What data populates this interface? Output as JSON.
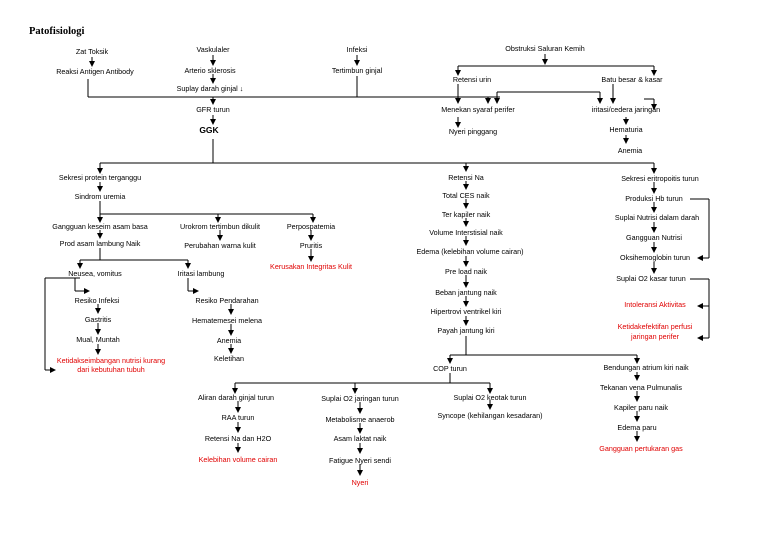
{
  "title": "Patofisiologi",
  "nodes": {
    "zat_toksik": "Zat Toksik",
    "reaksi_antigen": "Reaksi Antigen Antibody",
    "vaskulaler": "Vaskulaler",
    "arterio": "Arterio sklerosis",
    "suplay": "Suplay darah ginjal ↓",
    "infeksi": "Infeksi",
    "tertimbun": "Tertimbun ginjal",
    "obstruksi": "Obstruksi Saluran Kemih",
    "retensi_urin": "Retensi urin",
    "batu_besar": "Batu besar & kasar",
    "menekan": "Menekan syaraf perifer",
    "iritasi_cedera": "iritasi/cedera jaringan",
    "nyeri_pinggang": "Nyeri pinggang",
    "hematuria": "Hematuria",
    "anemia_top": "Anemia",
    "gfr": "GFR turun",
    "ggk": "GGK",
    "sekresi_protein": "Sekresi protein terganggu",
    "sindrom": "Sindrom uremia",
    "gangguan_asam": "Gangguan keseim asam basa",
    "prod_asam": "Prod asam lambung Naik",
    "urokrom": "Urokrom tertimbun dikulit",
    "perubahan_warna": "Perubahan warna kulit",
    "perpospatemia": "Perpospatemia",
    "pruritis": "Pruritis",
    "kerusakan": "Kerusakan Integritas Kulit",
    "neusea": "Neusea, vomitus",
    "iritasi_lambung": "Iritasi lambung",
    "resiko_infeksi": "Resiko Infeksi",
    "gastritis": "Gastritis",
    "mual": "Mual, Muntah",
    "ketidak_nutrisi_1": "Ketidakseimbangan nutrisi kurang",
    "ketidak_nutrisi_2": "dari kebutuhan tubuh",
    "resiko_pendarahan": "Resiko Pendarahan",
    "hematemesei": "Hematemesei melena",
    "anemia_mid": "Anemia",
    "keletihan": "Keletihan",
    "retensi_na": "Retensi Na",
    "total_ces": "Total CES naik",
    "ter_kapiler": "Ter kapiler naik",
    "volume_interstisial": "Volume Interstisial naik",
    "edema_kelebihan": "Edema (kelebihan volume cairan)",
    "preload": "Pre load naik",
    "beban_jantung": "Beban jantung naik",
    "hipertrovi": "Hipertrovi ventrikel kiri",
    "payah_jantung": "Payah jantung kiri",
    "sekresi_eritro": "Sekresi eritropoitis turun",
    "produksi_hb": "Produksi Hb turun",
    "suplai_nutrisi": "Suplai Nutrisi dalam darah",
    "gangguan_nutrisi": "Gangguan Nutrisi",
    "oksihemoglobin": "Oksihemoglobin turun",
    "suplai_o2_kasar": "Suplai O2 kasar turun",
    "intoleransi": "Intoleransi Aktivitas",
    "ketidakefektifan_1": "Ketidakefektifan perfusi",
    "ketidakefektifan_2": "jaringan perifer",
    "cop": "COP turun",
    "aliran_darah": "Aliran darah  ginjal turun",
    "raa": "RAA turun",
    "retensi_na_h2o": "Retensi Na dan H2O",
    "kelebihan_volume": "Kelebihan volume cairan",
    "suplai_o2_jaringan": "Suplai O2 jaringan turun",
    "metabolisme": "Metabolisme anaerob",
    "asam_laktat": "Asam laktat naik",
    "fatigue": "Fatigue Nyeri sendi",
    "nyeri": "Nyeri",
    "suplai_o2_keotak": "Suplai O2 keotak turun",
    "syncope": "Syncope (kehilangan kesadaran)",
    "bendungan": "Bendungan atrium kiri naik",
    "tekanan_vena": "Tekanan vena Pulmunalis",
    "kapiler_paru": "Kapiler paru naik",
    "edema_paru": "Edema paru",
    "gangguan_pertukaran": "Gangguan pertukaran gas"
  },
  "colors": {
    "text": "#000000",
    "nursing_diagnosis": "#e00000",
    "line": "#000000"
  }
}
